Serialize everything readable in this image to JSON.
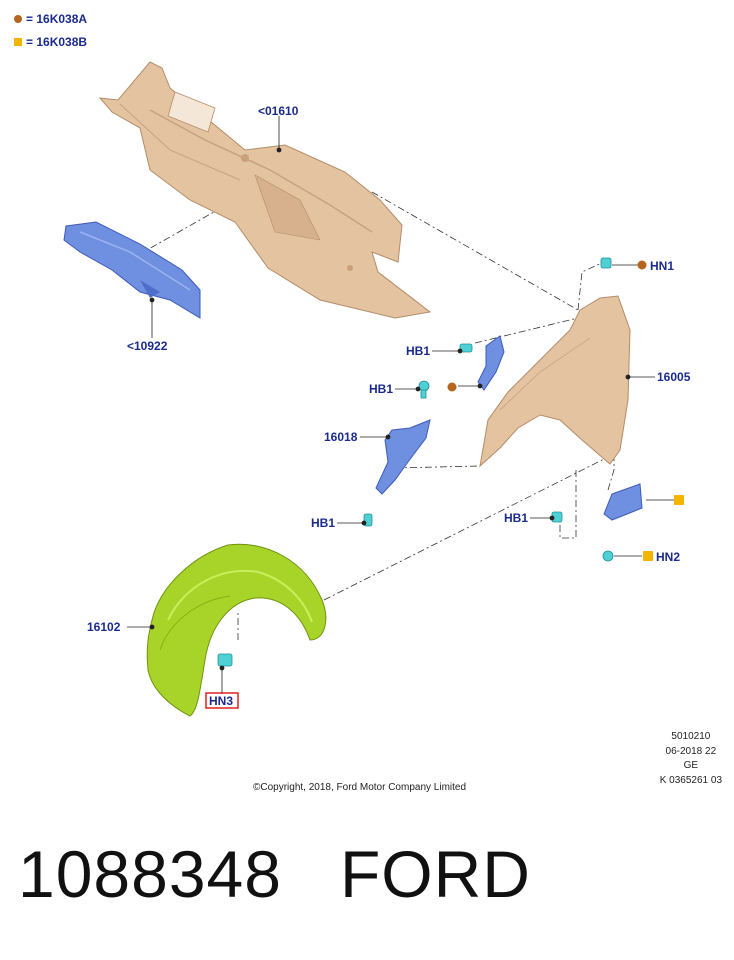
{
  "legend": [
    {
      "symbol": "circle-orange",
      "text": "= 16K038A"
    },
    {
      "symbol": "square-yellow",
      "text": "= 16K038B"
    }
  ],
  "parts": {
    "dash_panel": "<01610",
    "rail": "<10922",
    "fender": "16005",
    "bracket": "16018",
    "liner": "16102"
  },
  "fasteners": {
    "hn1": "HN1",
    "hn2": "HN2",
    "hn3": "HN3",
    "hb1_a": "HB1",
    "hb1_b": "HB1",
    "hb1_c": "HB1",
    "hb1_d": "HB1"
  },
  "footer": {
    "meta_lines": [
      "5010210",
      "06-2018 22",
      "GE",
      "K 0365261 03"
    ],
    "copyright": "©Copyright, 2018, Ford Motor Company Limited",
    "big_text": "1088348   FORD"
  },
  "colors": {
    "label": "#1a2a8c",
    "body_panel": "#e4c3a0",
    "blue_part": "#6f8fe0",
    "liner": "#a8d42a",
    "clip": "#4fd0d4",
    "orange_marker": "#b5651d",
    "yellow_marker": "#f2b600",
    "highlight_box": "#e02020"
  }
}
